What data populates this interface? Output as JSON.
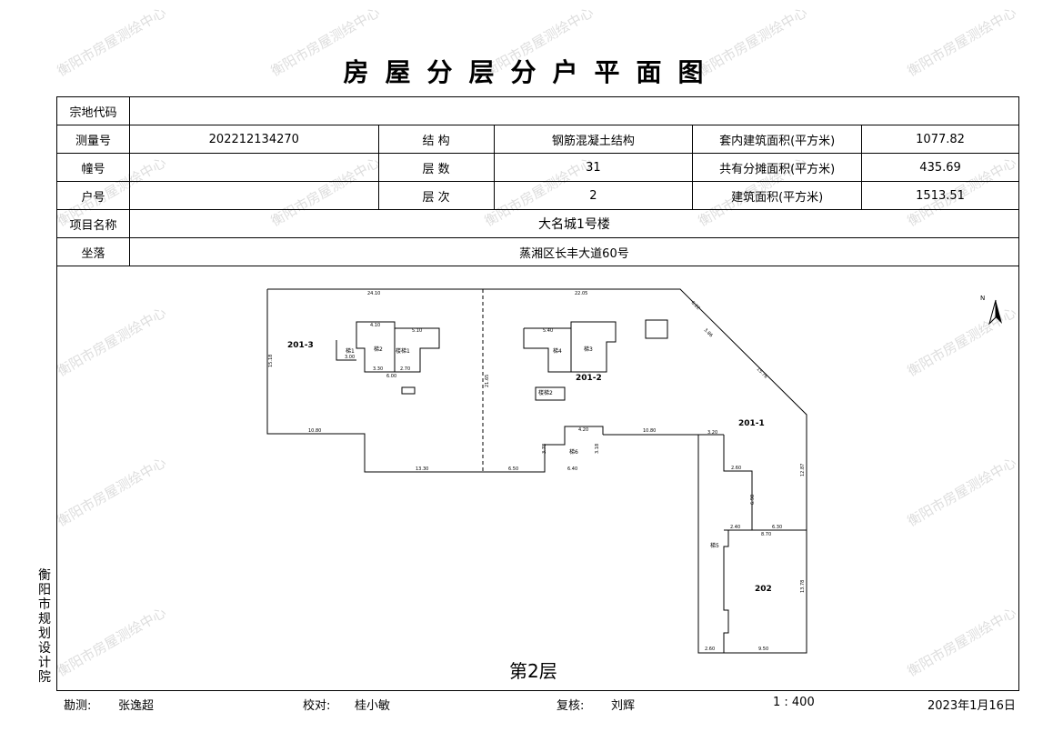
{
  "title": "房屋分层分户平面图",
  "table": {
    "zongdi_label": "宗地代码",
    "zongdi_value": "",
    "celiang_label": "测量号",
    "celiang_value": "202212134270",
    "jiegou_label": "结 构",
    "jiegou_value": "钢筋混凝土结构",
    "taonei_label": "套内建筑面积(平方米)",
    "taonei_value": "1077.82",
    "zhuang_label": "幢号",
    "zhuang_value": "",
    "cengshu_label": "层 数",
    "cengshu_value": "31",
    "gongyou_label": "共有分摊面积(平方米)",
    "gongyou_value": "435.69",
    "hu_label": "户号",
    "hu_value": "",
    "cengci_label": "层 次",
    "cengci_value": "2",
    "jianzhu_label": "建筑面积(平方米)",
    "jianzhu_value": "1513.51",
    "xiangmu_label": "项目名称",
    "xiangmu_value": "大名城1号楼",
    "zuoluo_label": "坐落",
    "zuoluo_value": "蒸湘区长丰大道60号"
  },
  "plan": {
    "units": {
      "u2013": "201-3",
      "u2012": "201-2",
      "u2011": "201-1",
      "u202": "202"
    },
    "stairs": {
      "t1": "梯1",
      "t2": "梯2",
      "t3": "梯3",
      "t4": "梯4",
      "t5": "梯5",
      "t6": "梯6",
      "tjt1": "楼梯1",
      "tjt2": "楼梯2"
    },
    "north": "N",
    "dims": {
      "d1": "24.10",
      "d2": "22.05",
      "d3": "10.80",
      "d4": "13.30",
      "d5": "6.50",
      "d6": "6.40",
      "d7": "10.80",
      "d8": "3.20",
      "d9": "4.20",
      "d10": "9.50",
      "d11": "2.60",
      "d12": "6.30",
      "d13": "2.40",
      "d14": "8.70",
      "d15": "2.60",
      "d16": "12.87",
      "d17": "13.78",
      "d18": "15.18",
      "d19": "21.65",
      "d20": "15.76",
      "d21": "3.86",
      "d22": "6.22",
      "d23": "5.10",
      "d24": "4.10",
      "d25": "3.30",
      "d26": "2.70",
      "d27": "6.00",
      "d28": "3.00",
      "d29": "5.40",
      "d30": "3.78",
      "d31": "3.18",
      "d32": "6.98"
    }
  },
  "floor_label": "第2层",
  "side_text": "衡阳市规划设计院",
  "footer": {
    "kance_label": "勘测:",
    "kance_name": "张逸超",
    "jiaodui_label": "校对:",
    "jiaodui_name": "桂小敏",
    "fuhe_label": "复核:",
    "fuhe_name": "刘辉",
    "scale": "1 : 400",
    "date": "2023年1月16日"
  },
  "watermark": "衡阳市房屋测绘中心"
}
